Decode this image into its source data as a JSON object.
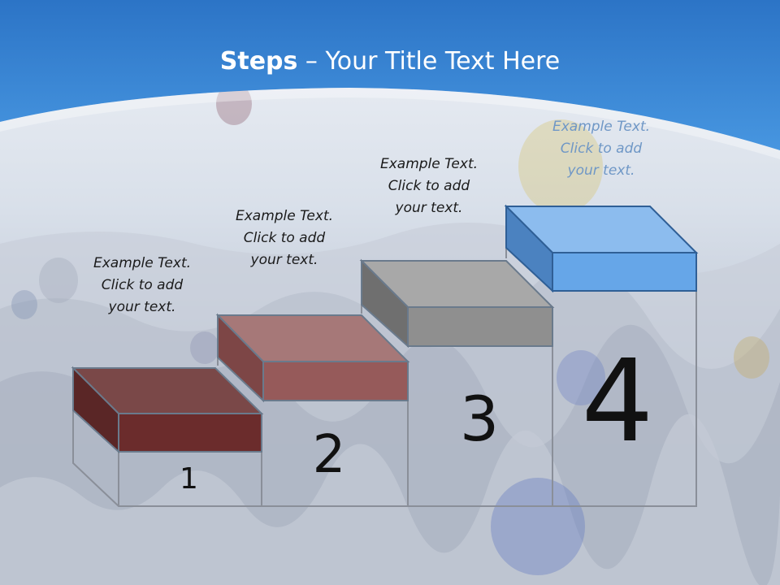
{
  "slide": {
    "title_bold": "Steps",
    "title_rest": " – Your Title Text Here",
    "colors": {
      "header_blue": "#3a86d6",
      "step1": "#6b2c2c",
      "step2": "#965a5a",
      "step3": "#8f8f8f",
      "step4": "#66a6e8"
    },
    "steps": [
      {
        "number": "1",
        "lines": [
          "Example Text.",
          "Click  to add",
          "your text."
        ]
      },
      {
        "number": "2",
        "lines": [
          "Example Text.",
          "Click  to add",
          "your text."
        ]
      },
      {
        "number": "3",
        "lines": [
          "Example Text.",
          "Click  to add",
          "your text."
        ]
      },
      {
        "number": "4",
        "lines": [
          "Example Text.",
          "Click  to add",
          "your text."
        ]
      }
    ]
  }
}
